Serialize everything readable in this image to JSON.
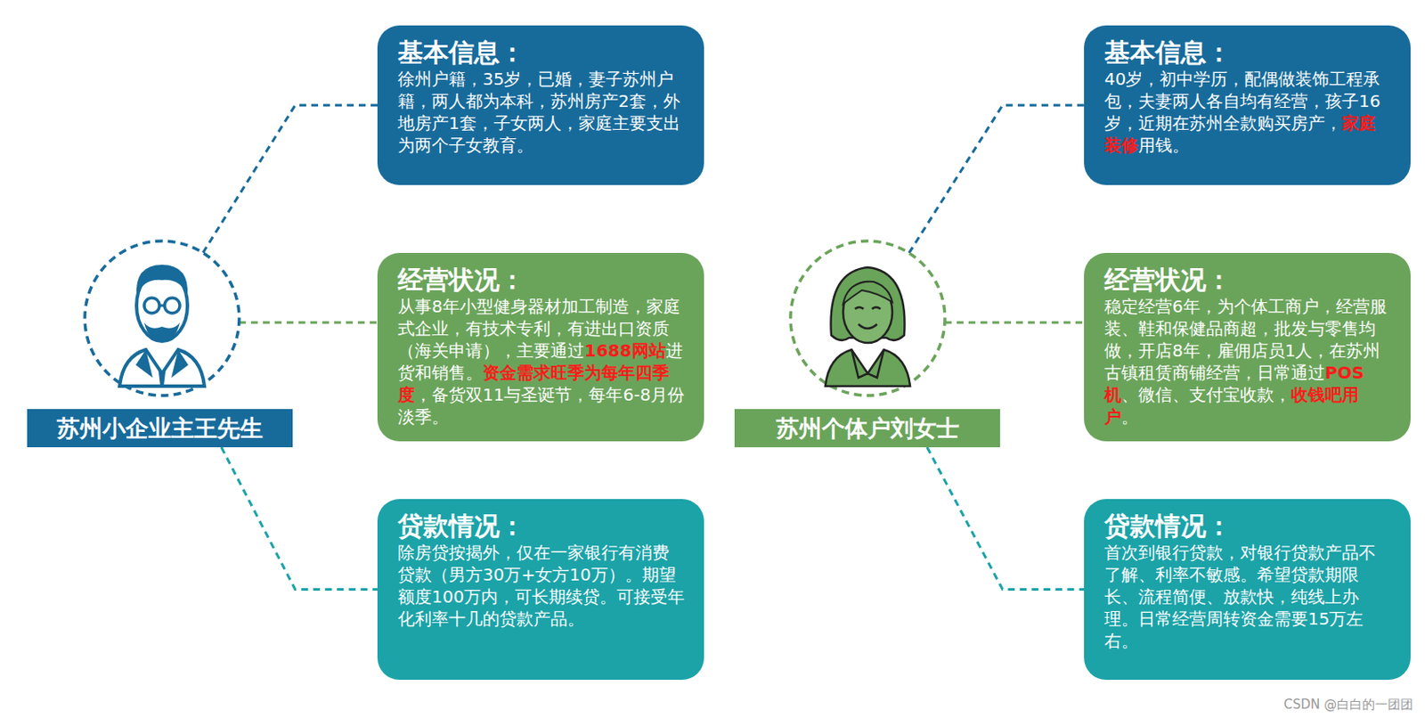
{
  "diagram": {
    "nodes": [
      {
        "text": [
          "苏州小企业主王先生"
        ]
      },
      {
        "text": [
          "基本信息：",
          "徐州户籍，35岁，已婚，妻子苏州户籍，两人都为本科，苏州房产2套，外地房产1套，子女两人，家庭主要支出为两个子女教育。"
        ]
      },
      {
        "text": [
          "经营状况：",
          "从事8年小型健身器材加工制造，家庭式企业，有技术专利，有进出口资质（海关申请），主要通过",
          "1688网站",
          "进货和销售。",
          "资金需求旺季为每年四季度",
          "，备货双11与圣诞节，每年6-8月份淡季。"
        ]
      },
      {
        "text": [
          "贷款情况：",
          "除房贷按揭外，仅在一家银行有消费贷款（男方30万+女方10万）。期望额度100万内，可长期续贷。可接受年化利率十几的贷款产品。"
        ]
      },
      {
        "text": [
          "苏州个体户刘女士"
        ]
      },
      {
        "text": [
          "基本信息：",
          "40岁，初中学历，配偶做装饰工程承包，夫妻两人各自均有经营，孩子16岁，近期在苏州全款购买房产，",
          "家庭装修",
          "用钱。"
        ]
      },
      {
        "text": [
          "经营状况：",
          "稳定经营6年，为个体工商户，经营服装、鞋和保健品商超，批发与零售均做，开店8年，雇佣店员1人，在苏州古镇租赁商铺经营，日常通过",
          "POS机",
          "、微信、支付宝收款，",
          "收钱吧用户",
          "。"
        ]
      },
      {
        "text": [
          "贷款情况：",
          "首次到银行贷款，对银行贷款产品不了解、利率不敏感。希望贷款期限长、流程简便、放款快，纯线上办理。日常经营周转资金需要15万左右。"
        ]
      }
    ],
    "edges": [
      {
        "from": 0,
        "to": 1,
        "arrow": "none"
      },
      {
        "from": 0,
        "to": 2,
        "arrow": "none"
      },
      {
        "from": 0,
        "to": 3,
        "arrow": "none"
      },
      {
        "from": 4,
        "to": 5,
        "arrow": "none"
      },
      {
        "from": 4,
        "to": 6,
        "arrow": "none"
      },
      {
        "from": 4,
        "to": 7,
        "arrow": "none"
      }
    ],
    "labels": [
      "CSDN @白白的一团团"
    ]
  }
}
